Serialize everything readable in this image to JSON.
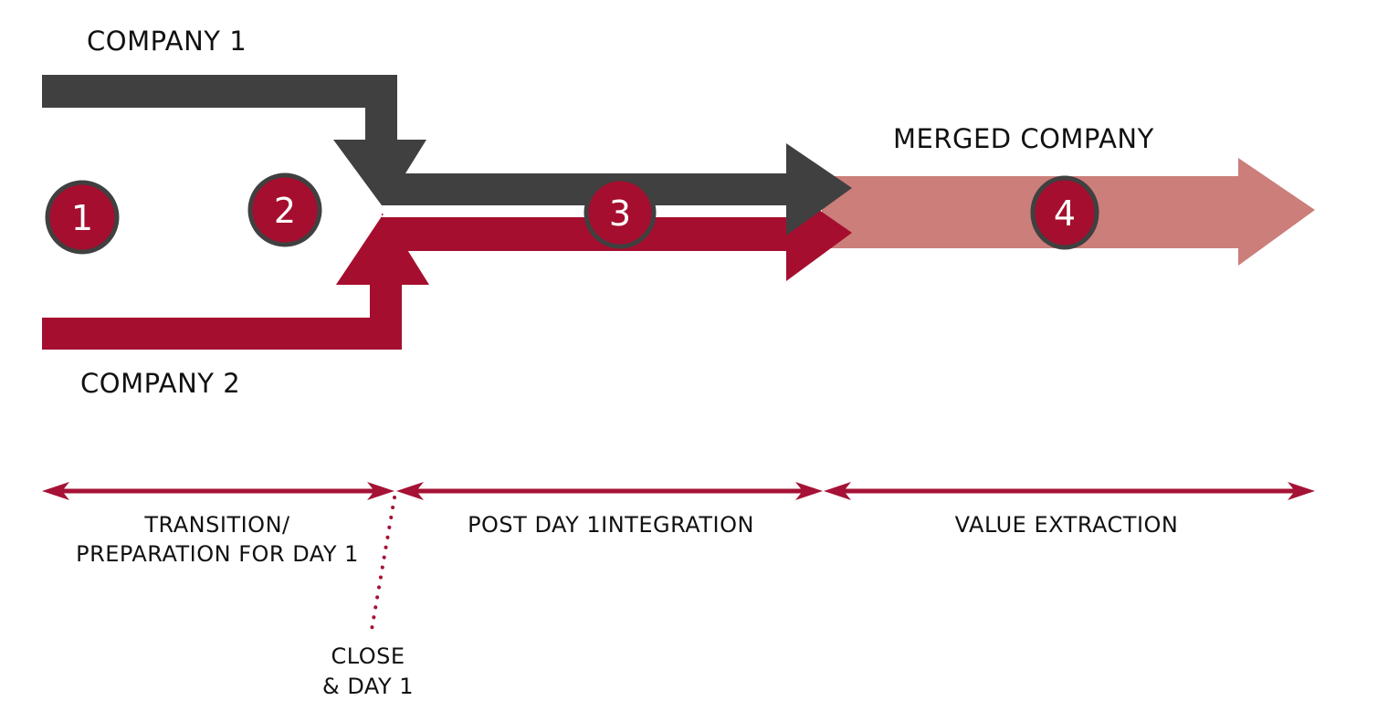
{
  "colors": {
    "company1": "#404040",
    "company2": "#A50E2E",
    "merged": "#CB7E7A",
    "circle_fill": "#A50E2E",
    "circle_stroke": "#404040",
    "timeline": "#A51235",
    "text": "#111111"
  },
  "labels": {
    "company1": "COMPANY 1",
    "company2": "COMPANY 2",
    "merged": "MERGED COMPANY"
  },
  "steps": [
    {
      "number": "1"
    },
    {
      "number": "2"
    },
    {
      "number": "3"
    },
    {
      "number": "4"
    }
  ],
  "phases": [
    {
      "line1": "TRANSITION/",
      "line2": "PREPARATION FOR DAY 1"
    },
    {
      "line1": "POST DAY 1INTEGRATION"
    },
    {
      "line1": "VALUE EXTRACTION"
    }
  ],
  "milestone": {
    "line1": "CLOSE",
    "line2": "& DAY 1"
  }
}
